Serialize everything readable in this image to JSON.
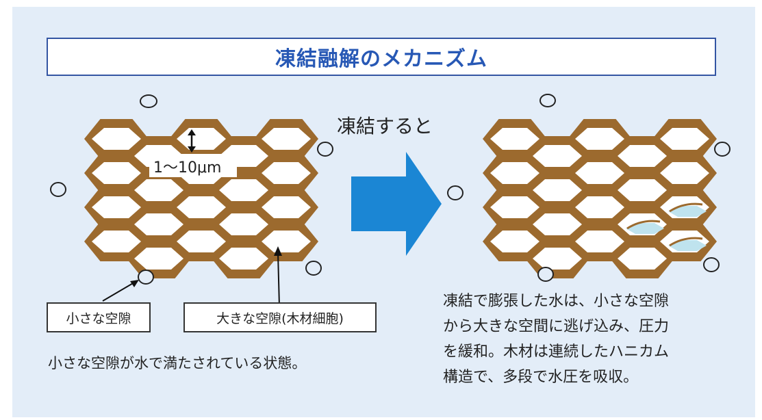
{
  "title": "凍結融解のメカニズム",
  "left": {
    "pore_size_label": "1〜10μm",
    "small_pore_label": "小さな空隙",
    "large_pore_label": "大きな空隙(木材細胞)",
    "caption": "小さな空隙が水で満たされている状態。"
  },
  "arrow_label": "凍結すると",
  "right": {
    "caption_lines": [
      "凍結で膨張した水は、小さな空隙",
      "から大きな空間に逃げ込み、圧力",
      "を緩和。木材は連続したハニカム",
      "構造で、多段で水圧を吸収。"
    ]
  },
  "colors": {
    "wood": "#9c6a2e",
    "panel": "#e3edf8",
    "title": "#2758b5",
    "arrow": "#1b86d4",
    "ice": "#bfe3ee"
  }
}
